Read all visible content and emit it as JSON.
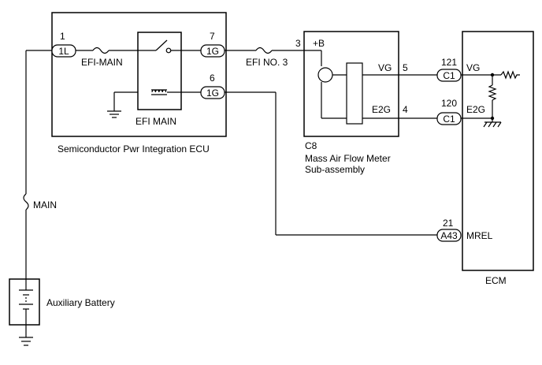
{
  "spi_ecu": {
    "title": "Semiconductor Pwr Integration ECU",
    "pin_1": "1",
    "pin_1_conn": "1L",
    "pin_7": "7",
    "pin_7_conn": "1G",
    "pin_6": "6",
    "pin_6_conn": "1G",
    "fuse_efi_main": "EFI-MAIN",
    "relay_efi_main": "EFI MAIN"
  },
  "fuse_main": "MAIN",
  "fuse_efi_no3": "EFI NO. 3",
  "battery": "Auxiliary Battery",
  "maf": {
    "connector": "C8",
    "name_line1": "Mass Air Flow Meter",
    "name_line2": "Sub-assembly",
    "pin_3": "3",
    "plus_b": "+B",
    "vg": "VG",
    "pin_5": "5",
    "e2g": "E2G",
    "pin_4": "4"
  },
  "ecm": {
    "title": "ECM",
    "pin_121": "121",
    "conn_c1_a": "C1",
    "vg": "VG",
    "pin_120": "120",
    "conn_c1_b": "C1",
    "e2g": "E2G",
    "pin_21": "21",
    "conn_a43": "A43",
    "mrel": "MREL"
  }
}
